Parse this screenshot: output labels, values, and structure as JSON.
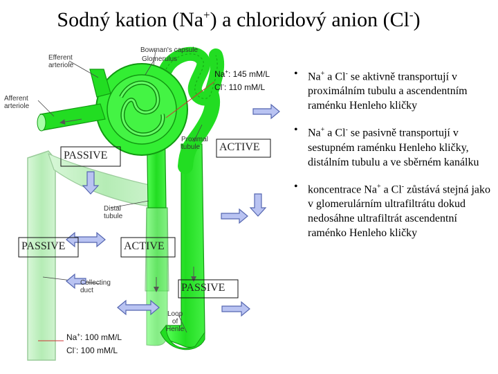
{
  "title": {
    "text": "Sodný kation (Na",
    "sup1": "+",
    "mid": ") a chloridový anion (Cl",
    "sup2": "-",
    "end": ")"
  },
  "anatomy_labels": {
    "efferent": "Efferent\narteriole",
    "bowmans": "Bowman's capsule",
    "glomerulus": "Glomerulus",
    "afferent": "Afferent\narteriole",
    "proximal": "Proximal\ntubule",
    "distal": "Distal\ntubule",
    "collecting": "Collecting\nduct",
    "loop": "Loop\nof\nHenle"
  },
  "conc_top": {
    "na_prefix": "Na",
    "na_sup": "+",
    "na_val": ": 145 mM/L",
    "cl_prefix": "Cl",
    "cl_sup": "-",
    "cl_val": ":  110 mM/L"
  },
  "conc_bottom": {
    "na_prefix": "Na",
    "na_sup": "+",
    "na_val": ": 100 mM/L",
    "cl_prefix": "Cl",
    "cl_sup": "-",
    "cl_val": ":  100 mM/L"
  },
  "transport_tags": {
    "active_top": "ACTIVE",
    "passive_left_top": "PASSIVE",
    "passive_left": "PASSIVE",
    "active_mid": "ACTIVE",
    "passive_bottom": "PASSIVE"
  },
  "bullets": [
    {
      "a": "Na",
      "s1": "+",
      "b": " a Cl",
      "s2": "-",
      "c": " se aktivně transportují v proximálním tubulu a ascendentním raménku Henleho kličky"
    },
    {
      "a": "Na",
      "s1": "+",
      "b": " a Cl",
      "s2": "-",
      "c": " se pasivně transportují v sestupném raménku Henleho kličky, distálním tubulu a ve sběrném kanálku"
    },
    {
      "a": "koncentrace Na",
      "s1": "+",
      "b": " a Cl",
      "s2": "-",
      "c": " zůstává stejná jako v glomerulárním ultrafiltrátu dokud nedosáhne ultrafiltrát ascendentní raménko Henleho kličky"
    }
  ],
  "colors": {
    "tubule": "#33ee33",
    "tubule_dark": "#119911",
    "light_tubule": "#bbf2bb",
    "arrow_fill": "#b9c3f2",
    "arrow_stroke": "#5566b0",
    "pointer_line": "#cc3333"
  }
}
